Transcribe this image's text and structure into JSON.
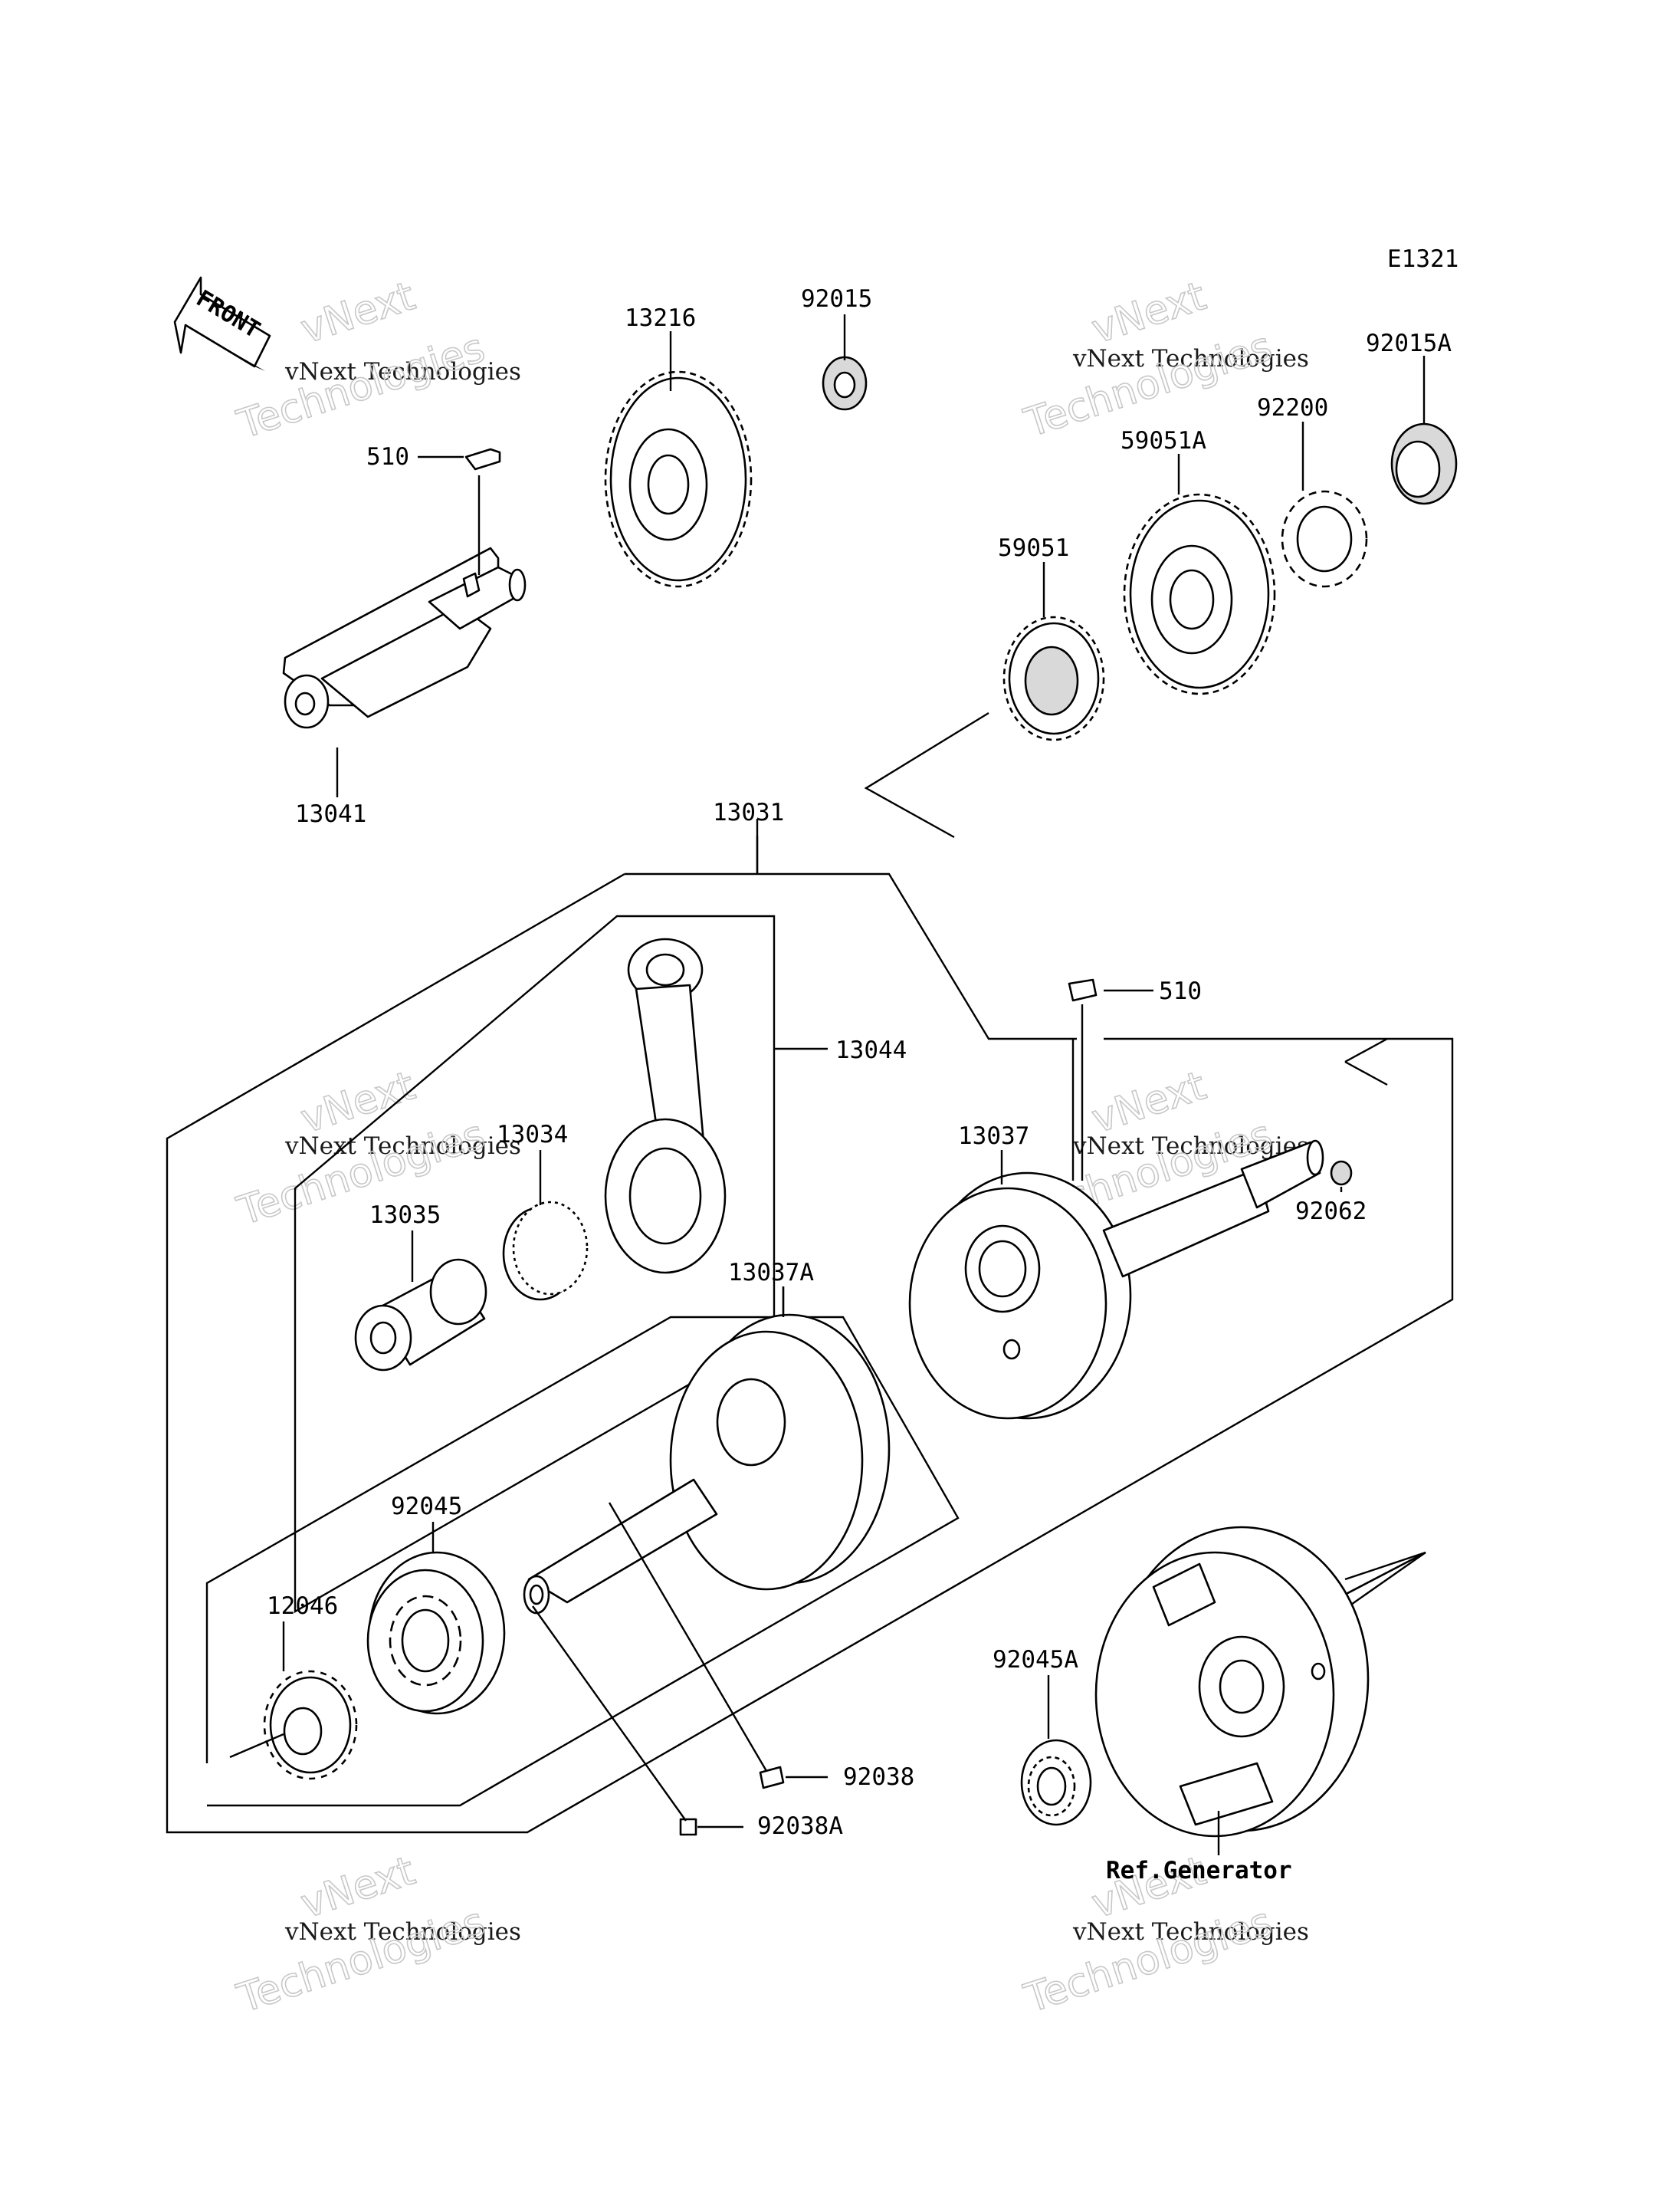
{
  "diagram_code": "E1321",
  "front_arrow_label": "FRONT",
  "watermark": {
    "line1": "vNext",
    "line2": "vNext Technologies",
    "line3": "Technologies"
  },
  "callouts": {
    "p13216": "13216",
    "p92015": "92015",
    "p92015A": "92015A",
    "p92200": "92200",
    "p59051A": "59051A",
    "p59051": "59051",
    "p510_top": "510",
    "p13041": "13041",
    "p13031": "13031",
    "p510_right": "510",
    "p13044": "13044",
    "p13037": "13037",
    "p13034": "13034",
    "p13035": "13035",
    "p92062": "92062",
    "p13037A": "13037A",
    "p92045": "92045",
    "p12046": "12046",
    "p92045A": "92045A",
    "p92038": "92038",
    "p92038A": "92038A",
    "ref_generator": "Ref.Generator"
  }
}
